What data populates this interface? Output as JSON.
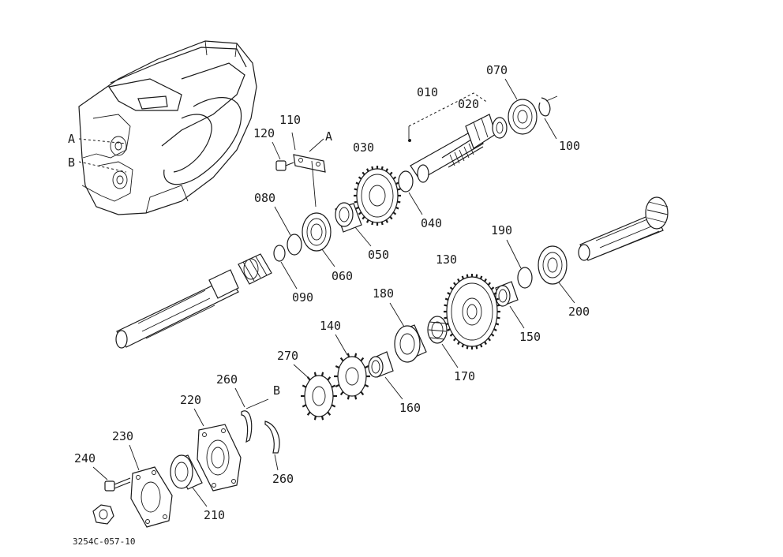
{
  "labels": {
    "p010": "010",
    "p020": "020",
    "p030": "030",
    "p040": "040",
    "p050": "050",
    "p060": "060",
    "p070": "070",
    "p080": "080",
    "p090": "090",
    "p100": "100",
    "p110": "110",
    "p120": "120",
    "p130": "130",
    "p140": "140",
    "p150": "150",
    "p160": "160",
    "p170": "170",
    "p180": "180",
    "p190": "190",
    "p200": "200",
    "p210": "210",
    "p220": "220",
    "p230": "230",
    "p240": "240",
    "p260a": "260",
    "p260b": "260",
    "p270": "270",
    "refA1": "A",
    "refA2": "A",
    "refB1": "B",
    "refB2": "B",
    "code": "3254C-057-10"
  }
}
